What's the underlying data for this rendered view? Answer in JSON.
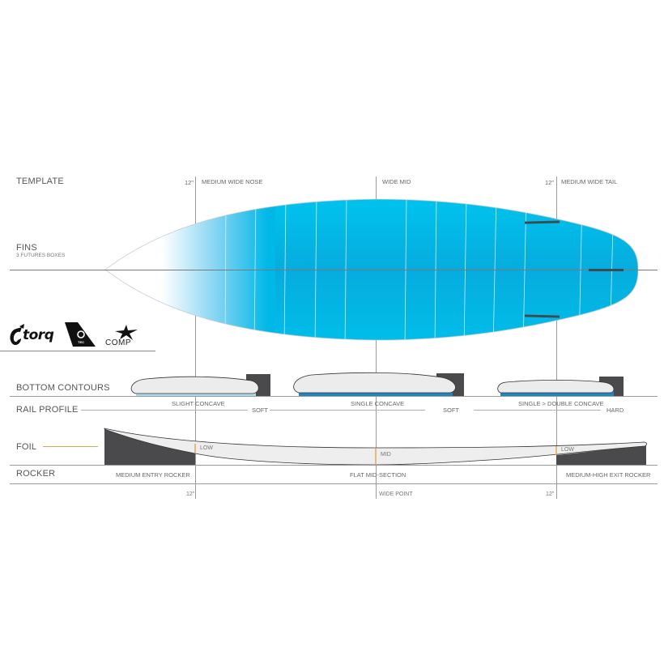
{
  "sections": {
    "template": "TEMPLATE",
    "fins": "FINS",
    "fins_sub": "3 FUTURES BOXES",
    "bottom_contours": "BOTTOM  CONTOURS",
    "rail_profile": "RAIL PROFILE",
    "foil": "FOIL",
    "rocker": "ROCKER"
  },
  "template": {
    "nose_measure": "12\"",
    "nose_label": "MEDIUM WIDE NOSE",
    "mid_label": "WIDE MID",
    "tail_measure": "12\"",
    "tail_label": "MEDIUM WIDE TAIL"
  },
  "logos": {
    "torq": "torq",
    "tec": "TEC",
    "comp": "COMP"
  },
  "bottom_contours": {
    "nose": "SLIGHT CONCAVE",
    "mid": "SINGLE CONCAVE",
    "tail": "SINGLE > DOUBLE CONCAVE"
  },
  "rail_profile": {
    "nose": "SOFT",
    "mid": "SOFT",
    "tail": "HARD"
  },
  "foil": {
    "nose": "LOW",
    "mid": "MID",
    "tail": "LOW"
  },
  "rocker": {
    "nose": "MEDIUM ENTRY ROCKER",
    "mid": "FLAT MID-SECTION",
    "tail": "MEDIUM-HIGH EXIT ROCKER"
  },
  "bottom_measures": {
    "nose": "12\"",
    "mid": "WIDE POINT",
    "tail": "12\""
  },
  "colors": {
    "board_blue": "#00b6e6",
    "board_blue_dark": "#0aa2d4",
    "contour_blue": "#1f86c0",
    "contour_light_blue": "#a9dcef",
    "rail_dark": "#4a4a4c",
    "foil_orange": "#e0a450"
  }
}
